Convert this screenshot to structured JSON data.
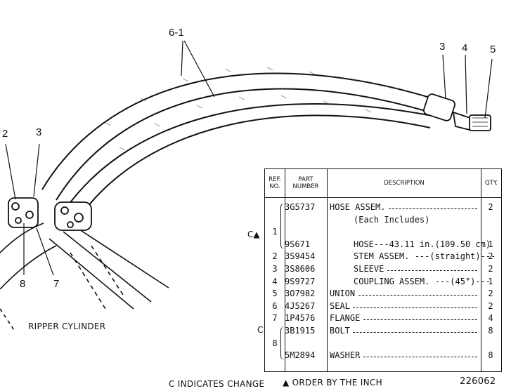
{
  "drawing": {
    "callouts": {
      "c61": "6-1",
      "c3_top": "3",
      "c4_top": "4",
      "c5_top": "5",
      "c2_left": "2",
      "c3_left": "3",
      "c8_left": "8",
      "c7_left": "7"
    },
    "ripper_label": "RIPPER CYLINDER"
  },
  "table": {
    "headers": {
      "ref_line1": "REF.",
      "ref_line2": "NO.",
      "part_line1": "PART",
      "part_line2": "NUMBER",
      "desc": "DESCRIPTION",
      "qty": "QTY."
    },
    "rows": [
      {
        "ref": "",
        "part": "3G5737",
        "desc": "HOSE ASSEM.",
        "qty": "2"
      },
      {
        "ref": "",
        "part": "",
        "desc": "(Each Includes)",
        "qty": ""
      },
      {
        "ref": "1",
        "part": "",
        "desc": "",
        "qty": ""
      },
      {
        "ref": "",
        "part": "9S671",
        "desc": "HOSE---43.11 in.(109.50 cm)",
        "qty": "1"
      },
      {
        "ref": "2",
        "part": "3S9454",
        "desc": "STEM ASSEM. ---(straight)---",
        "qty": "2"
      },
      {
        "ref": "3",
        "part": "3S8606",
        "desc": "SLEEVE",
        "qty": "2"
      },
      {
        "ref": "4",
        "part": "9S9727",
        "desc": "COUPLING ASSEM. ---(45°)---",
        "qty": "1"
      },
      {
        "ref": "5",
        "part": "3O7982",
        "desc": "UNION",
        "qty": "2"
      },
      {
        "ref": "6",
        "part": "4J5267",
        "desc": "SEAL",
        "qty": "2"
      },
      {
        "ref": "7",
        "part": "1P4576",
        "desc": "FLANGE",
        "qty": "4"
      },
      {
        "ref": "",
        "part": "3B1915",
        "desc": "BOLT",
        "qty": "8"
      },
      {
        "ref": "8",
        "part": "",
        "desc": "",
        "qty": ""
      },
      {
        "ref": "",
        "part": "5M2894",
        "desc": "WASHER",
        "qty": "8"
      }
    ],
    "markers": {
      "row_hose": "C▲",
      "row_washer": "C"
    }
  },
  "footer": {
    "legend_change": "C INDICATES CHANGE",
    "legend_order": "▲ ORDER BY THE INCH",
    "drawing_number": "226062"
  }
}
